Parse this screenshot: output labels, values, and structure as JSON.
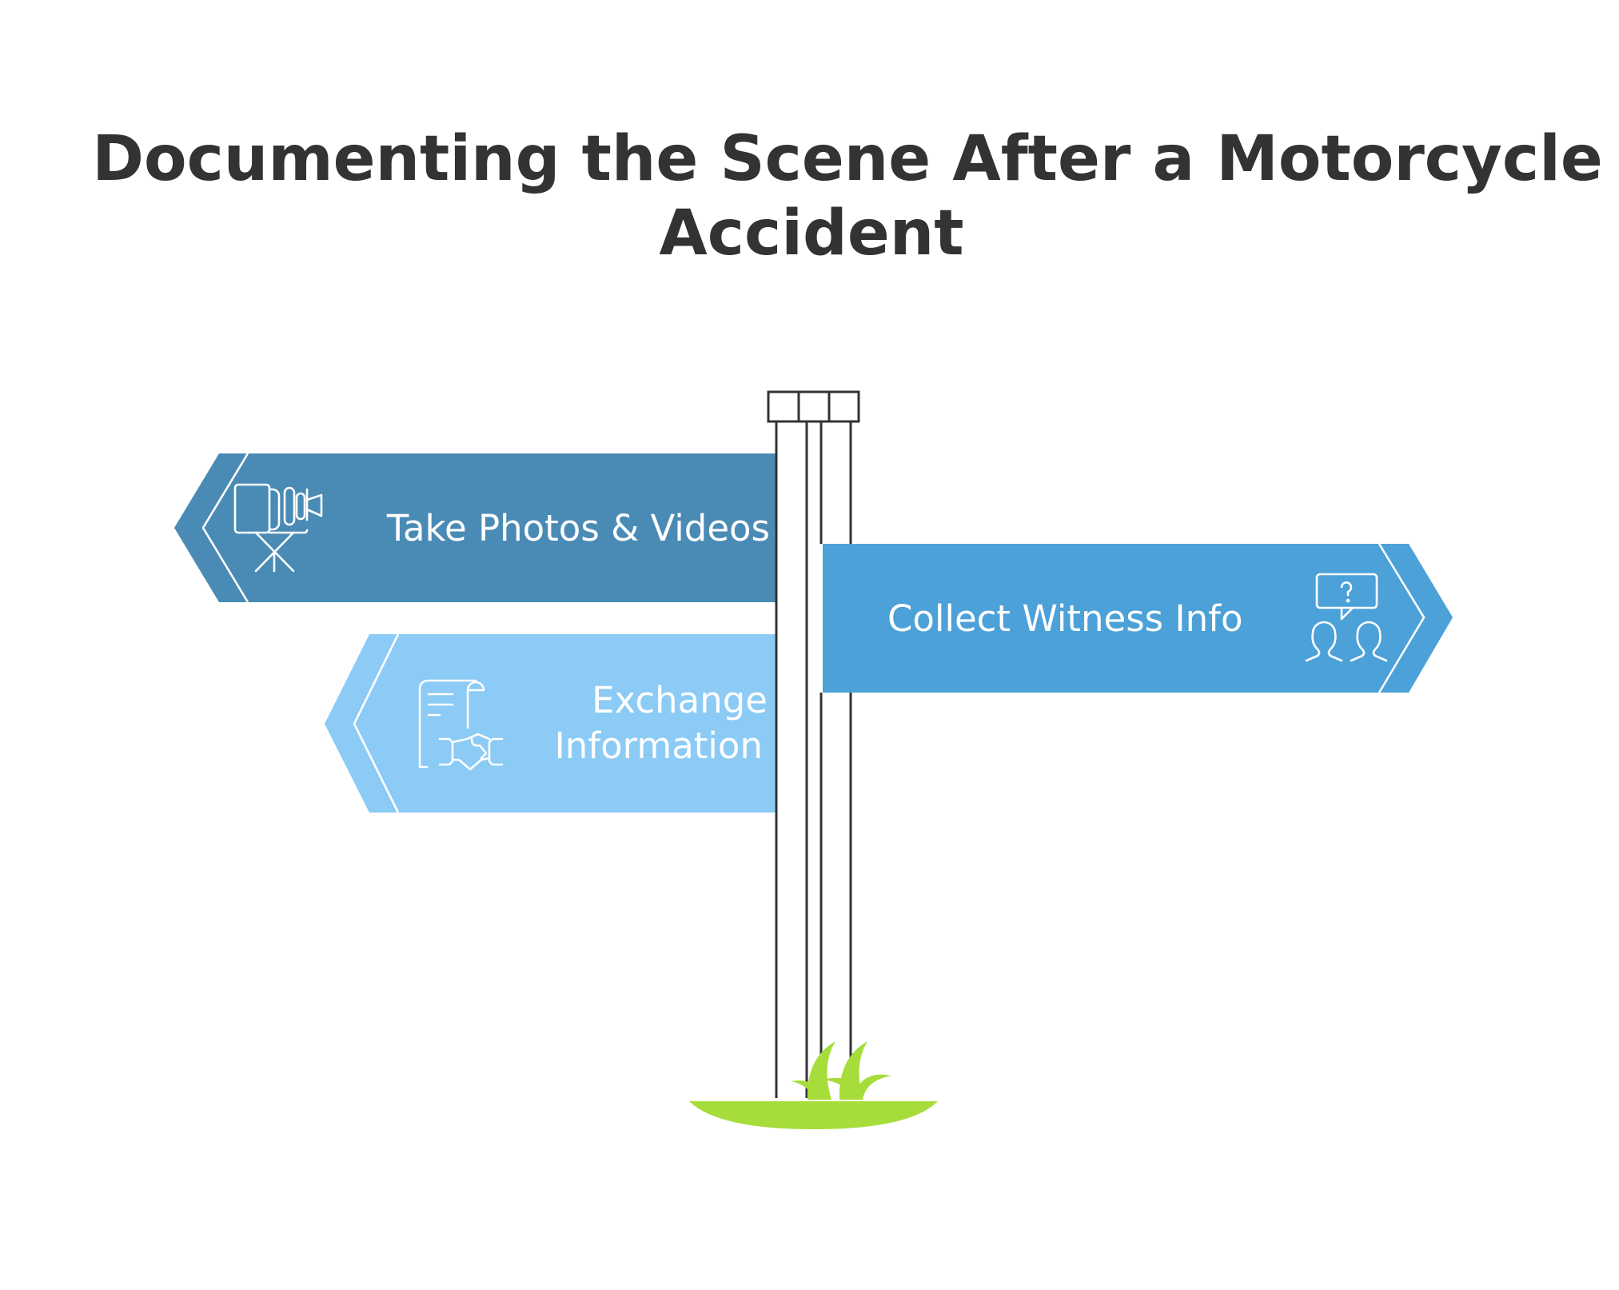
{
  "title": {
    "line1": "Documenting the Scene After a Motorcycle",
    "line2": "Accident"
  },
  "signs": [
    {
      "label": "Take Photos & Videos",
      "icon": "video-camera-icon",
      "color": "#4a8bb5",
      "direction": "left"
    },
    {
      "label_line1": "Exchange",
      "label_line2": "Information",
      "icon": "document-handshake-icon",
      "color": "#8bcbf5",
      "direction": "left"
    },
    {
      "label": "Collect Witness Info",
      "icon": "witness-question-icon",
      "color": "#4ca1d8",
      "direction": "right"
    }
  ],
  "colors": {
    "post": "#333333",
    "grass": "#a6dd3a",
    "title": "#333333"
  }
}
